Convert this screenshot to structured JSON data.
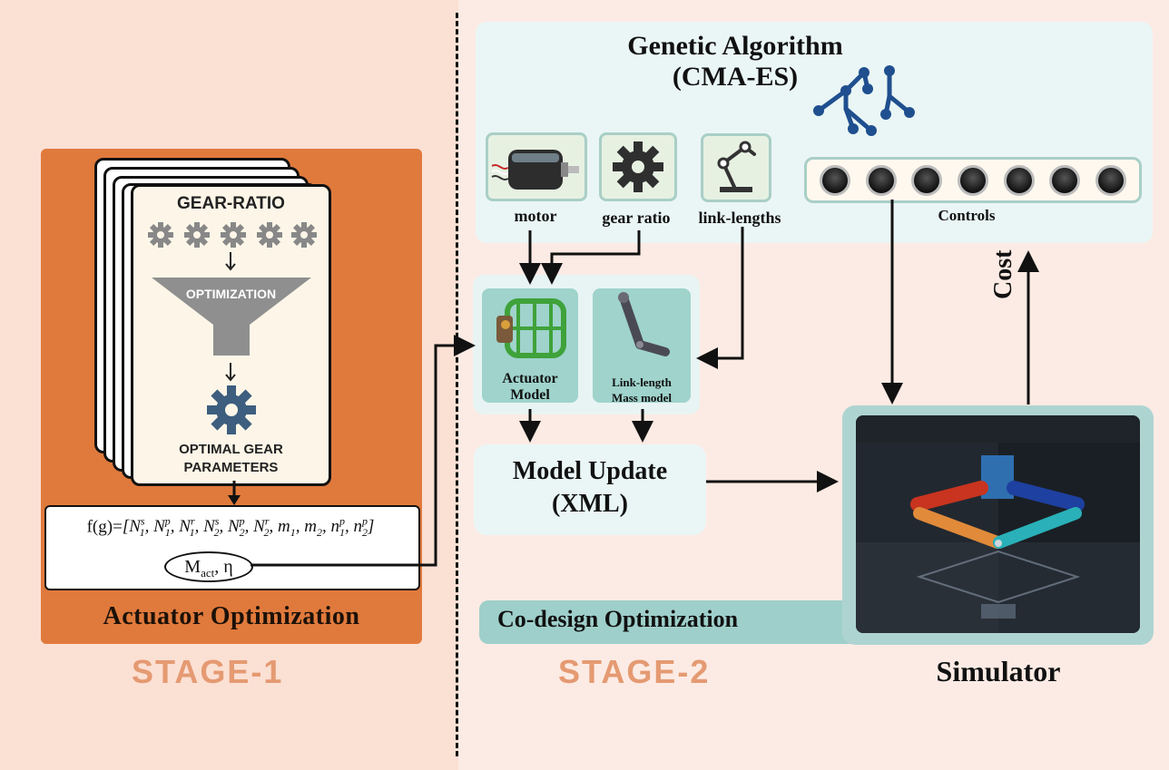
{
  "stage1": {
    "card": {
      "title": "GEAR-RATIO",
      "funnel_label": "OPTIMIZATION",
      "result_line1": "OPTIMAL GEAR",
      "result_line2": "PARAMETERS"
    },
    "formula_prefix": "f(g)=",
    "formula_terms": [
      "[N",
      "s",
      "1",
      ", N",
      "p",
      "1",
      ", N",
      "r",
      "1",
      ", N",
      "s",
      "2",
      ", N",
      "p",
      "2",
      ", N",
      "r",
      "2",
      ", m",
      "1",
      ", m",
      "2",
      ", n",
      "p",
      "1",
      ", n",
      "p",
      "2",
      "]"
    ],
    "oval_main": "M",
    "oval_sub": "act",
    "oval_rest": ", η",
    "panel_title": "Actuator Optimization",
    "stage_label": "STAGE-1"
  },
  "stage2": {
    "ga_title_line1": "Genetic Algorithm",
    "ga_title_line2": "(CMA-ES)",
    "components": {
      "motor": "motor",
      "gear_ratio": "gear ratio",
      "link_lengths": "link-lengths"
    },
    "controls_label": "Controls",
    "actuator_model_line1": "Actuator",
    "actuator_model_line2": "Model",
    "link_model_line1": "Link-length",
    "link_model_line2": "Mass model",
    "update_line1": "Model Update",
    "update_line2": "(XML)",
    "codesign_title": "Co-design Optimization",
    "cost_label": "Cost",
    "simulator_label": "Simulator",
    "stage_label": "STAGE-2"
  },
  "colors": {
    "stage1_panel": "#e07a3c",
    "stage_label": "#e59a72",
    "teal": "#9fcfca",
    "ga_icon": "#1f4f8f"
  }
}
